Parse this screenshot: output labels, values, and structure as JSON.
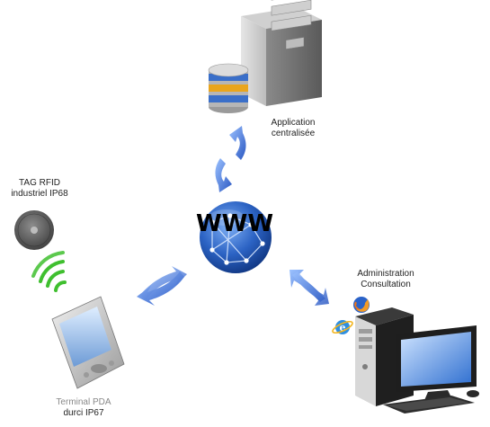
{
  "center": {
    "text": "WWW"
  },
  "nodes": {
    "server": {
      "line1": "Application",
      "line2": "centralisée"
    },
    "rfid": {
      "line1": "TAG RFID",
      "line2": "industriel IP68"
    },
    "admin": {
      "line1": "Administration",
      "line2": "Consultation"
    },
    "pda": {
      "line1": "Terminal PDA",
      "line2": "durci IP67"
    }
  },
  "colors": {
    "arrow": "#3f6fd1",
    "globe": "#1d4fa8",
    "globe_light": "#6fa3ee"
  },
  "icons": [
    "server-tower-icon",
    "database-icon",
    "rfid-tag-icon",
    "wifi-signal-icon",
    "pda-icon",
    "globe-icon",
    "desktop-computer-icon",
    "firefox-icon",
    "internet-explorer-icon"
  ]
}
